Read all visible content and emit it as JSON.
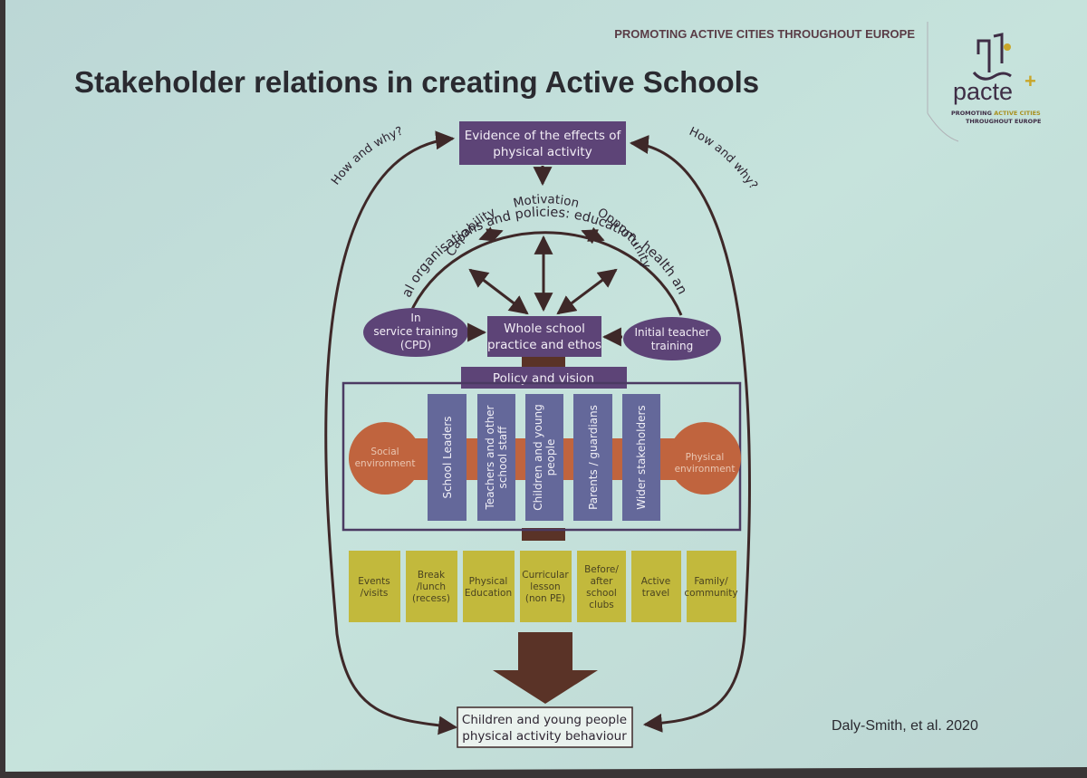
{
  "header": {
    "tagline": "PROMOTING ACTIVE CITIES THROUGHOUT EUROPE",
    "title": "Stakeholder relations in creating Active Schools",
    "citation": "Daly-Smith, et al. 2020"
  },
  "logo": {
    "wordmark": "pacte",
    "plus": "+",
    "sub_line1_a": "PROMOTING ",
    "sub_line1_b": "ACTIVE CITIES",
    "sub_line2": "THROUGHOUT EUROPE"
  },
  "diagram": {
    "evidence": [
      "Evidence of the effects of",
      "physical activity"
    ],
    "how_why_left": "How and why?",
    "how_why_right": "How and why?",
    "national_arc": "National organisations and policies: education, health and sport",
    "capability": "Capability",
    "motivation": "Motivation",
    "opportunity": "Opportunity",
    "in_service": [
      "In",
      "service training",
      "(CPD)"
    ],
    "whole_school": [
      "Whole school",
      "practice and ethos"
    ],
    "initial_teacher": [
      "Initial teacher",
      "training"
    ],
    "policy_vision": "Policy and vision",
    "social_env": [
      "Social",
      "environment"
    ],
    "physical_env": [
      "Physical",
      "environment"
    ],
    "stakeholders": [
      [
        "School Leaders"
      ],
      [
        "Teachers and other",
        "school staff"
      ],
      [
        "Children and young",
        "people"
      ],
      [
        "Parents / guardians"
      ],
      [
        "Wider stakeholders"
      ]
    ],
    "activities": [
      [
        "Events",
        "/visits"
      ],
      [
        "Break",
        "/lunch",
        "(recess)"
      ],
      [
        "Physical",
        "Education"
      ],
      [
        "Curricular",
        "lesson",
        "(non PE)"
      ],
      [
        "Before/",
        "after",
        "school",
        "clubs"
      ],
      [
        "Active",
        "travel"
      ],
      [
        "Family/",
        "community"
      ]
    ],
    "outcome": [
      "Children and young people",
      "physical activity behaviour"
    ]
  },
  "colors": {
    "purple": "#5d4477",
    "stakeholder": "#64689a",
    "orange": "#c0643e",
    "olive": "#c2b93c",
    "brown": "#5a3327",
    "text": "#2e2532"
  }
}
